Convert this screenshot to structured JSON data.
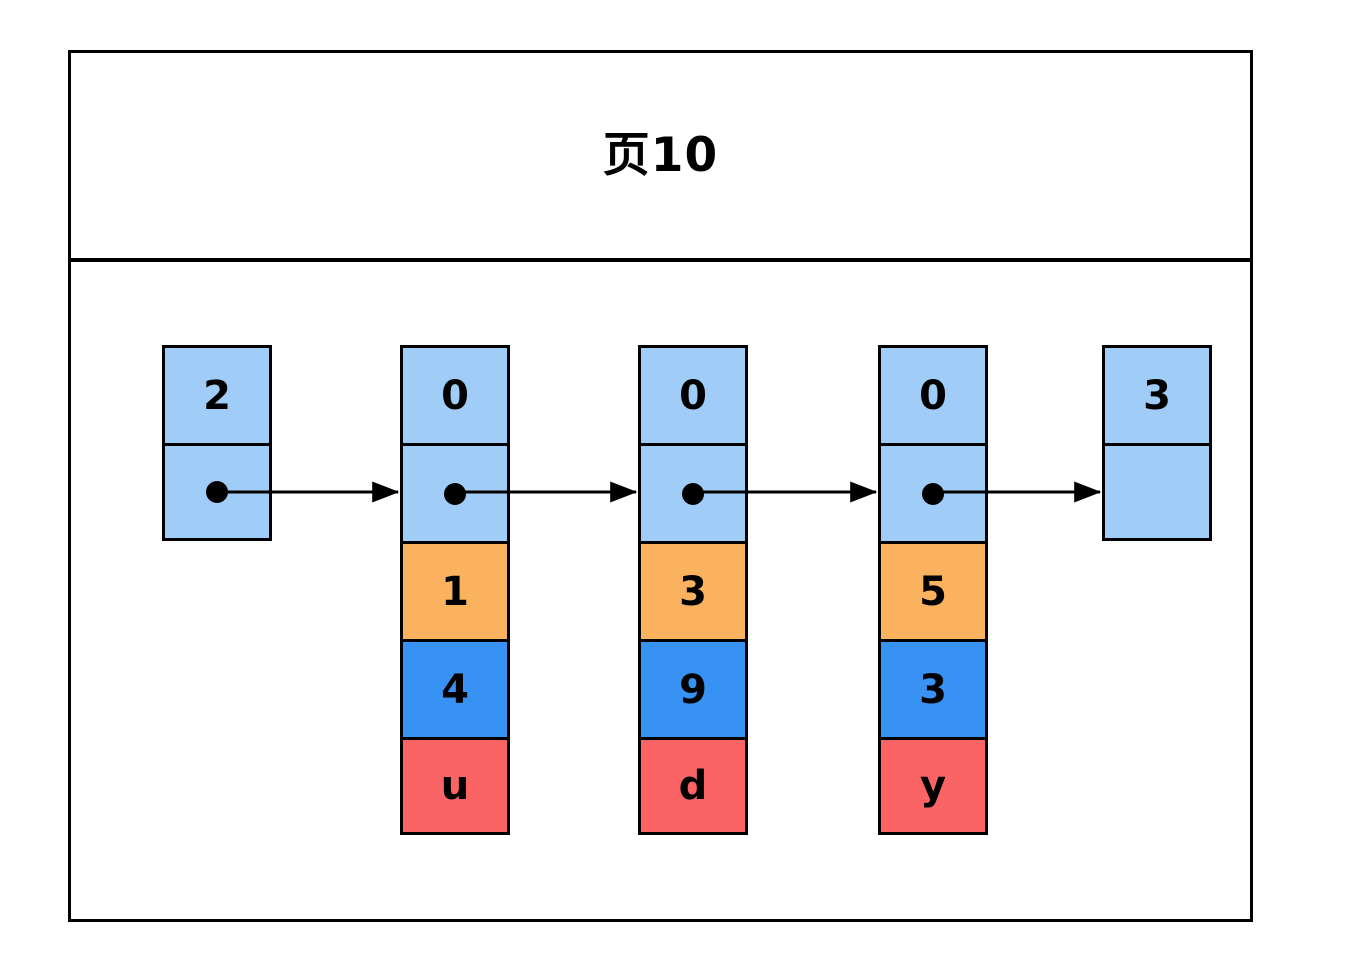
{
  "page": {
    "title": "页10",
    "frame_border_color": "#000000",
    "background_color": "#ffffff"
  },
  "colors": {
    "value_cell": "#a0cdf8",
    "pointer_cell": "#a0cdf8",
    "orange_cell": "#fab25f",
    "blue_cell": "#3892f3",
    "red_cell": "#fa6464",
    "outline": "#000000",
    "arrow": "#000000"
  },
  "diagram": {
    "type": "linked-list",
    "node_count": 5,
    "nodes": [
      {
        "id": "node-1",
        "cells": [
          {
            "label": "2",
            "kind": "value",
            "color": "#a0cdf8"
          },
          {
            "label": "",
            "kind": "pointer",
            "color": "#a0cdf8",
            "has_dot": true
          }
        ]
      },
      {
        "id": "node-2",
        "cells": [
          {
            "label": "0",
            "kind": "value",
            "color": "#a0cdf8"
          },
          {
            "label": "",
            "kind": "pointer",
            "color": "#a0cdf8",
            "has_dot": true
          },
          {
            "label": "1",
            "kind": "data",
            "color": "#fab25f"
          },
          {
            "label": "4",
            "kind": "data",
            "color": "#3892f3"
          },
          {
            "label": "u",
            "kind": "data",
            "color": "#fa6464"
          }
        ]
      },
      {
        "id": "node-3",
        "cells": [
          {
            "label": "0",
            "kind": "value",
            "color": "#a0cdf8"
          },
          {
            "label": "",
            "kind": "pointer",
            "color": "#a0cdf8",
            "has_dot": true
          },
          {
            "label": "3",
            "kind": "data",
            "color": "#fab25f"
          },
          {
            "label": "9",
            "kind": "data",
            "color": "#3892f3"
          },
          {
            "label": "d",
            "kind": "data",
            "color": "#fa6464"
          }
        ]
      },
      {
        "id": "node-4",
        "cells": [
          {
            "label": "0",
            "kind": "value",
            "color": "#a0cdf8"
          },
          {
            "label": "",
            "kind": "pointer",
            "color": "#a0cdf8",
            "has_dot": true
          },
          {
            "label": "5",
            "kind": "data",
            "color": "#fab25f"
          },
          {
            "label": "3",
            "kind": "data",
            "color": "#3892f3"
          },
          {
            "label": "y",
            "kind": "data",
            "color": "#fa6464"
          }
        ]
      },
      {
        "id": "node-5",
        "cells": [
          {
            "label": "3",
            "kind": "value",
            "color": "#a0cdf8"
          },
          {
            "label": "",
            "kind": "empty",
            "color": "#a0cdf8"
          }
        ]
      }
    ],
    "arrows": [
      {
        "id": "arrow-1-2",
        "from": "node-1",
        "to": "node-2"
      },
      {
        "id": "arrow-2-3",
        "from": "node-2",
        "to": "node-3"
      },
      {
        "id": "arrow-3-4",
        "from": "node-3",
        "to": "node-4"
      },
      {
        "id": "arrow-4-5",
        "from": "node-4",
        "to": "node-5"
      }
    ]
  }
}
